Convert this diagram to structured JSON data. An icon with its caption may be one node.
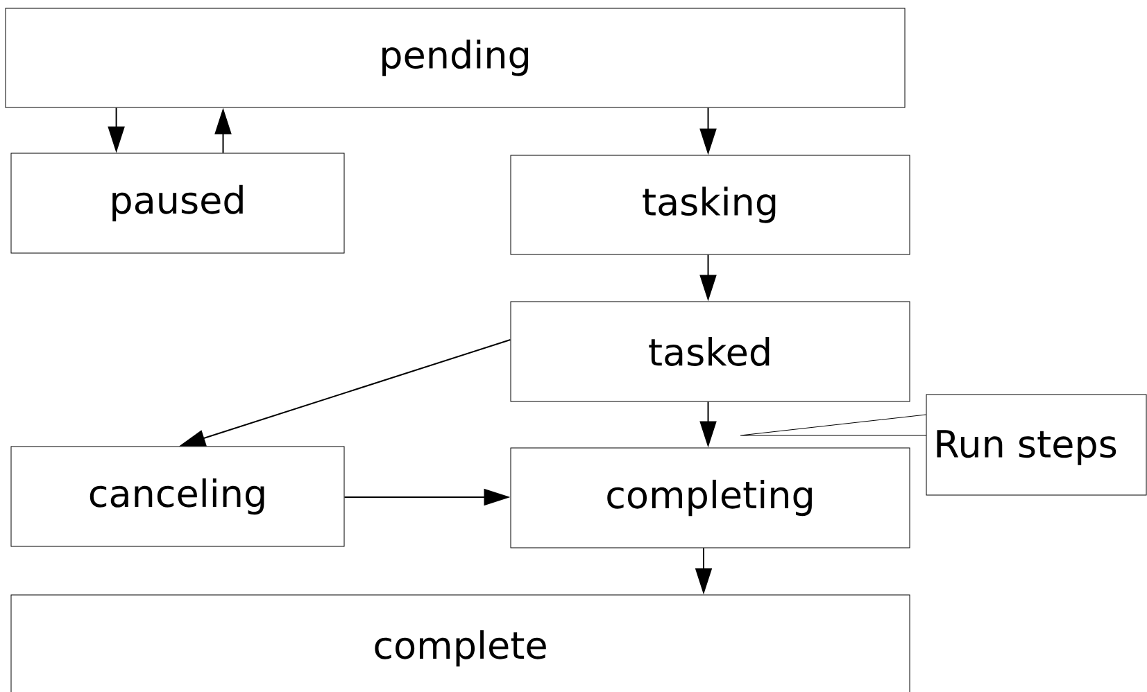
{
  "diagram": {
    "nodes": [
      {
        "text": [
          "pending"
        ]
      },
      {
        "text": [
          "paused"
        ]
      },
      {
        "text": [
          "tasking"
        ]
      },
      {
        "text": [
          "tasked"
        ]
      },
      {
        "text": [
          "canceling"
        ]
      },
      {
        "text": [
          "completing"
        ]
      },
      {
        "text": [
          "complete"
        ]
      },
      {
        "text": [
          "Run steps"
        ]
      }
    ],
    "edges": [
      {
        "from": 0,
        "to": 1,
        "arrow": "to"
      },
      {
        "from": 1,
        "to": 0,
        "arrow": "to"
      },
      {
        "from": 0,
        "to": 2,
        "arrow": "to"
      },
      {
        "from": 2,
        "to": 3,
        "arrow": "to"
      },
      {
        "from": 3,
        "to": 4,
        "arrow": "to"
      },
      {
        "from": 3,
        "to": 5,
        "arrow": "to"
      },
      {
        "from": 4,
        "to": 5,
        "arrow": "to"
      },
      {
        "from": 5,
        "to": 6,
        "arrow": "to"
      },
      {
        "from": 7,
        "to": null,
        "arrow": "none"
      }
    ]
  }
}
